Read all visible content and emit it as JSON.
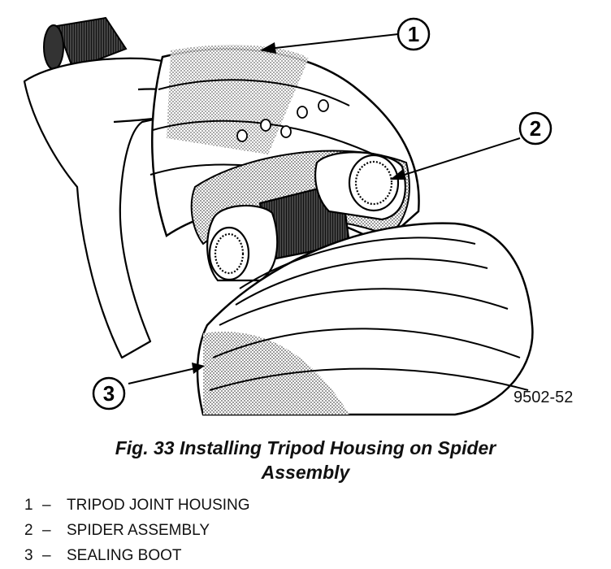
{
  "figure": {
    "callouts": [
      {
        "number": "1"
      },
      {
        "number": "2"
      },
      {
        "number": "3"
      }
    ],
    "code": "9502-52"
  },
  "caption": {
    "line1": "Fig. 33 Installing Tripod Housing on Spider",
    "line2": "Assembly"
  },
  "legend": [
    {
      "number": "1",
      "dash": "–",
      "label": "TRIPOD JOINT HOUSING"
    },
    {
      "number": "2",
      "dash": "–",
      "label": "SPIDER ASSEMBLY"
    },
    {
      "number": "3",
      "dash": "–",
      "label": "SEALING BOOT"
    }
  ]
}
